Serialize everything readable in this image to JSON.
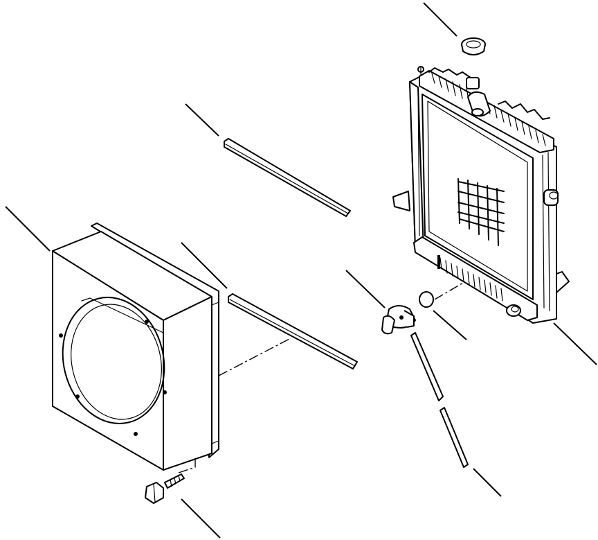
{
  "diagram": {
    "kind": "exploded-parts-view",
    "parts": [
      {
        "id": "radiator-cap",
        "icon": "radiator-cap"
      },
      {
        "id": "radiator",
        "icon": "radiator-core"
      },
      {
        "id": "upper-seal-strip",
        "icon": "seal-strip"
      },
      {
        "id": "lower-seal-strip",
        "icon": "seal-strip"
      },
      {
        "id": "fan-shroud",
        "icon": "fan-shroud"
      },
      {
        "id": "drain-valve",
        "icon": "drain-cock"
      },
      {
        "id": "o-ring",
        "icon": "o-ring"
      },
      {
        "id": "drain-hose",
        "icon": "hose"
      },
      {
        "id": "mounting-bolt",
        "icon": "hex-bolt"
      }
    ],
    "callout_labels": []
  }
}
